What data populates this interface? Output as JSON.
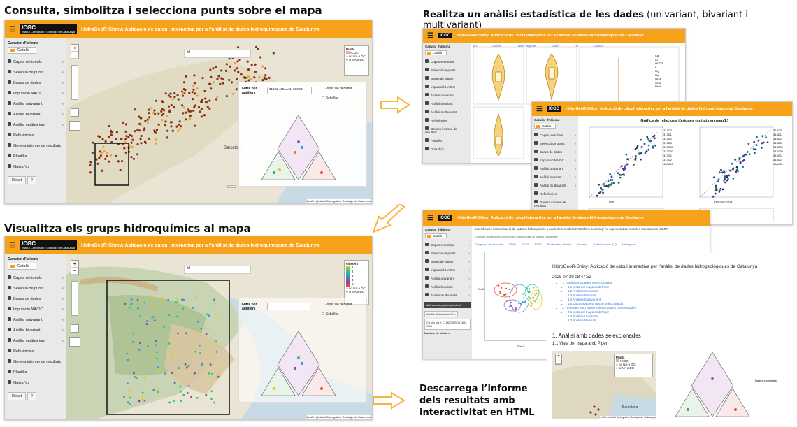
{
  "captions": {
    "consulta": "Consulta, simbolitza i selecciona punts sobre el mapa",
    "realitza_bold": "Realitza un anàlisi estadística de les dades",
    "realitza_norm": " (univariant, bivariant i multivariant)",
    "visualitza": "Visualitza els grups hidroquímics al mapa",
    "descarrega": "Descarrega l’informe dels resultats amb interactivitat en HTML"
  },
  "app": {
    "logo": "ICGC",
    "logo_sub": "Institut Cartogràfic i Geològic de Catalunya",
    "title": "HidroGeoR-Shiny: Aplicació de càlcul interactiva per a l'anàlisi de dades hidroquímiques de Catalunya",
    "menu_icon": "hamburger-icon",
    "language_label": "Canviar d'idioma",
    "language_value": "Català",
    "reset": "Reset",
    "help": "?"
  },
  "sidebar": {
    "items": [
      {
        "label": "Capes vectorials",
        "icon": "layers-icon"
      },
      {
        "label": "Selecció de punts",
        "icon": "pointer-icon"
      },
      {
        "label": "Bases de dades",
        "icon": "table-icon"
      },
      {
        "label": "Imputació NA/DC",
        "icon": "gear-icon"
      },
      {
        "label": "Anàlisi univariant",
        "icon": "chart-icon"
      },
      {
        "label": "Anàlisi bivariant",
        "icon": "chart-icon"
      },
      {
        "label": "Anàlisi multivariant",
        "icon": "chart-icon"
      },
      {
        "label": "Referències",
        "icon": "book-icon"
      },
      {
        "label": "Genera informe de resultats",
        "icon": "file-icon"
      },
      {
        "label": "Plantilla",
        "icon": "file-icon"
      },
      {
        "label": "Guia d'ús",
        "icon": "book-icon"
      }
    ]
  },
  "map1": {
    "search_value": "id",
    "legend_title": "Punts",
    "legend_icgc": "ICGC",
    "legend_no": "no NA o DC",
    "legend_si": "si NA o DC",
    "filter_label": "Filtre per aqüífers",
    "filter_value": "313G2, 40AA11, 313C3",
    "piper_label": "Piper de densitat",
    "scholler_label": "Scholler",
    "city_label": "Barcelona",
    "attribution": "Leaflet | Institut Cartogràfic i Geològic de Catalunya"
  },
  "map2": {
    "search_value": "id",
    "legend_title": "clusters",
    "clusters": [
      "1",
      "2",
      "3",
      "4",
      "5"
    ],
    "legend_no": "no NA o DC",
    "legend_si": "si NA o DC",
    "filter_label": "Filtre per aqüífers",
    "piper_label": "Piper de densitat",
    "scholler_label": "Scholler",
    "attribution": "Leaflet | Institut Cartogràfic i Geològic de Catalunya"
  },
  "stats_panel": {
    "tabs": [
      "pH",
      "Clorurs",
      "Dades originals",
      "Dades",
      "HA",
      "Clorurs"
    ],
    "legend": [
      "Ca",
      "Cl",
      "HCO3",
      "K",
      "Mg",
      "Na",
      "NO3",
      "SO4",
      "NH4"
    ]
  },
  "bivar_panel": {
    "title": "Gràfics de relacions iòniques (unitats en meq/L)",
    "legend_title": "Acrònims",
    "acronyms": [
      "313C3",
      "313D1",
      "313D2",
      "313D3",
      "313C51",
      "313C53",
      "313G1",
      "313G2",
      "40AA11"
    ],
    "xlabel_left": "rMg",
    "xlabel_right": "r(HCO3 + SO4)",
    "ylabel_right": "r(Mg + Ca)"
  },
  "multi_panel": {
    "heading": "Identificació i classificació de patrons hidroquímics a partir d'un model de 'Machine Learning' no supervisat de mescles Gaussianes (GMM)",
    "subheading": "Gràfic de coordenades components (gràfic principal de clústers considerats)",
    "tabs": [
      "Diagrama de dispersió",
      "PDF1",
      "PDF2",
      "PDF3",
      "Paràmetres definits",
      "Boxplots",
      "Gràfic Normal Q-Q",
      "Histograma"
    ],
    "side_box": "Multivariant pàgina principal",
    "side_btn": "Anàlisi Multivariant Prin",
    "vars": "Ca Mg Na K Cl HCO3 SO4 NO3 SO4",
    "clusters_label": "Nombre de clústers",
    "axis_x": "Dim1",
    "axis_y": "Dim2"
  },
  "report": {
    "title": "HidroGeoR-Shiny: Aplicació de càlcul interactiva per l'anàlisi de dades hidrogeològiques de Catalunya",
    "date": "2025-07-29 08:47:52",
    "toc": [
      "1. Anàlisi amb dades seleccionades",
      "1.1 Vista del mapa amb Piper",
      "1.2 Anàlisis Univariant",
      "1.3 Anàlisis Bivariant",
      "1.4 Anàlisis Multivariant",
      "1.5 Diagrama de la BBDD seleccionada",
      "2. Resultats amb dades seleccionades clusteritzades",
      "2.1 Vista del mapa amb Piper",
      "2.2 Anàlisis Univariant",
      "2.3 Anàlisis Bivariant"
    ],
    "section": "1. Anàlisi amb dades seleccionades",
    "subsection": "1.1 Vista del mapa amb Piper",
    "legend_title": "Punts",
    "legend_icgc": "ICGC",
    "legend_no": "no NA o DC",
    "legend_si": "si NA o DC",
    "city_label": "Barcelona",
    "attribution": "Leaflet | Institut Cartogràfic i Geològic de Catalunya",
    "piper_legend_label": "Dades completes"
  },
  "colors": {
    "header": "#f6a21b",
    "sidebar": "#e9e9e9",
    "arrow": "#f6b53c",
    "points": "#8a2f16"
  }
}
